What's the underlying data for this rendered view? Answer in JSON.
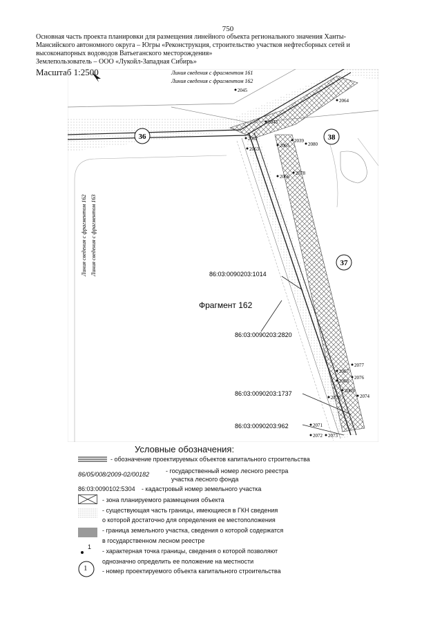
{
  "page_number": "750",
  "header": {
    "line1": "Основная часть проекта планировки для размещения линейного объекта регионального значения Ханты-",
    "line2": "Мансийского автономного округа – Югры «Реконструкция, строительство участков нефтесборных сетей и",
    "line3": "высоконапорных водоводов Ватьеганского месторождения»",
    "line4": "Землепользователь – ООО «Лукойл-Западная Сибирь»"
  },
  "scale": "Масштаб 1:2500",
  "map": {
    "fragment_label": "Фрагмент 162",
    "tie_lines": {
      "top_161": "Линия сведения с фрагментом 161",
      "top_162": "Линия сведения с фрагментом 162",
      "left_162": "Линия сведения с фрагментом 162",
      "left_163": "Линия сведения с фрагментом 163"
    },
    "parcels": [
      "86:03:0090203:1014",
      "86:03:0090203:2820",
      "86:03:0090203:1737",
      "86:03:0090203:962"
    ],
    "object_numbers": [
      "36",
      "38",
      "37"
    ],
    "points": [
      "2045",
      "2064",
      "2043",
      "2062",
      "2063",
      "2039",
      "2080",
      "2065",
      "2066",
      "2078",
      "2077",
      "2076",
      "2067",
      "2068",
      "2069",
      "2070",
      "2074",
      "2071",
      "2072",
      "2073"
    ]
  },
  "legend": {
    "title": "Условные обозначения:",
    "items": [
      {
        "code": "",
        "text": "- обозначение проектируемых объектов капитального строительства"
      },
      {
        "code": "86/05/008/2009-02/00182",
        "text": "- государственный номер лесного реестра",
        "text2": "участка лесного фонда"
      },
      {
        "code": "86:03:0090102:5304",
        "text": "- кадастровый номер земельного участка"
      },
      {
        "code": "",
        "text": "- зона планируемого размещения объекта"
      },
      {
        "code": "",
        "text": "- существующая часть границы, имеющиеся в ГКН сведения",
        "text2": "о которой достаточно для определения ее местоположения"
      },
      {
        "code": "",
        "text": "- граница земельного участка, сведения о которой содержатся",
        "text2": "в государственном лесном реестре"
      },
      {
        "code": "1",
        "text": "- характерная точка границы, сведения о которой позволяют",
        "text2": "однозначно определить ее положение на местности"
      },
      {
        "code": "1",
        "text": "- номер проектируемого объекта капитального строительства"
      }
    ]
  }
}
